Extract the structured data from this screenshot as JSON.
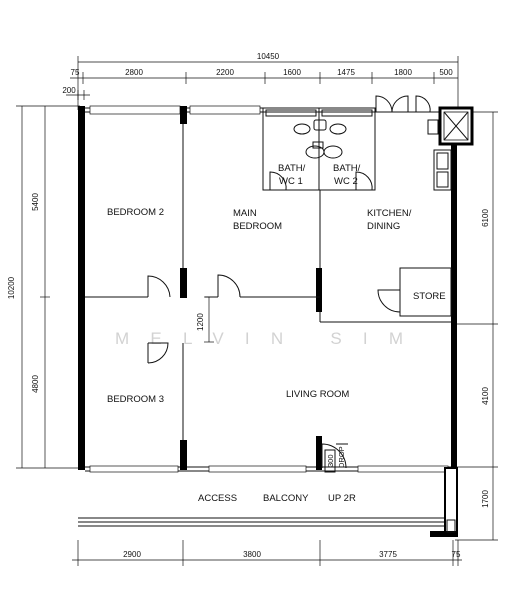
{
  "dimensions": {
    "top_total": "10450",
    "top_segments": [
      "75",
      "2800",
      "2200",
      "1600",
      "1475",
      "1800",
      "500"
    ],
    "top_small": "200",
    "left_total": "10200",
    "left_segments": [
      "5400",
      "4800"
    ],
    "right_segments": [
      "6100",
      "4100",
      "1700"
    ],
    "bottom_segments": [
      "2900",
      "3800",
      "3775",
      "75"
    ],
    "interior_1200": "1200"
  },
  "rooms": {
    "bedroom2": "BEDROOM 2",
    "main_bedroom_1": "MAIN",
    "main_bedroom_2": "BEDROOM",
    "bath1_1": "BATH/",
    "bath1_2": "WC 1",
    "bath2_1": "BATH/",
    "bath2_2": "WC 2",
    "kitchen_1": "KITCHEN/",
    "kitchen_2": "DINING",
    "store": "STORE",
    "bedroom3": "BEDROOM 3",
    "living": "LIVING ROOM",
    "access": "ACCESS",
    "balcony": "BALCONY",
    "up2r": "UP 2R",
    "drop": "DROP",
    "drop_dim": "300"
  },
  "watermark": "MELVIN SIM"
}
